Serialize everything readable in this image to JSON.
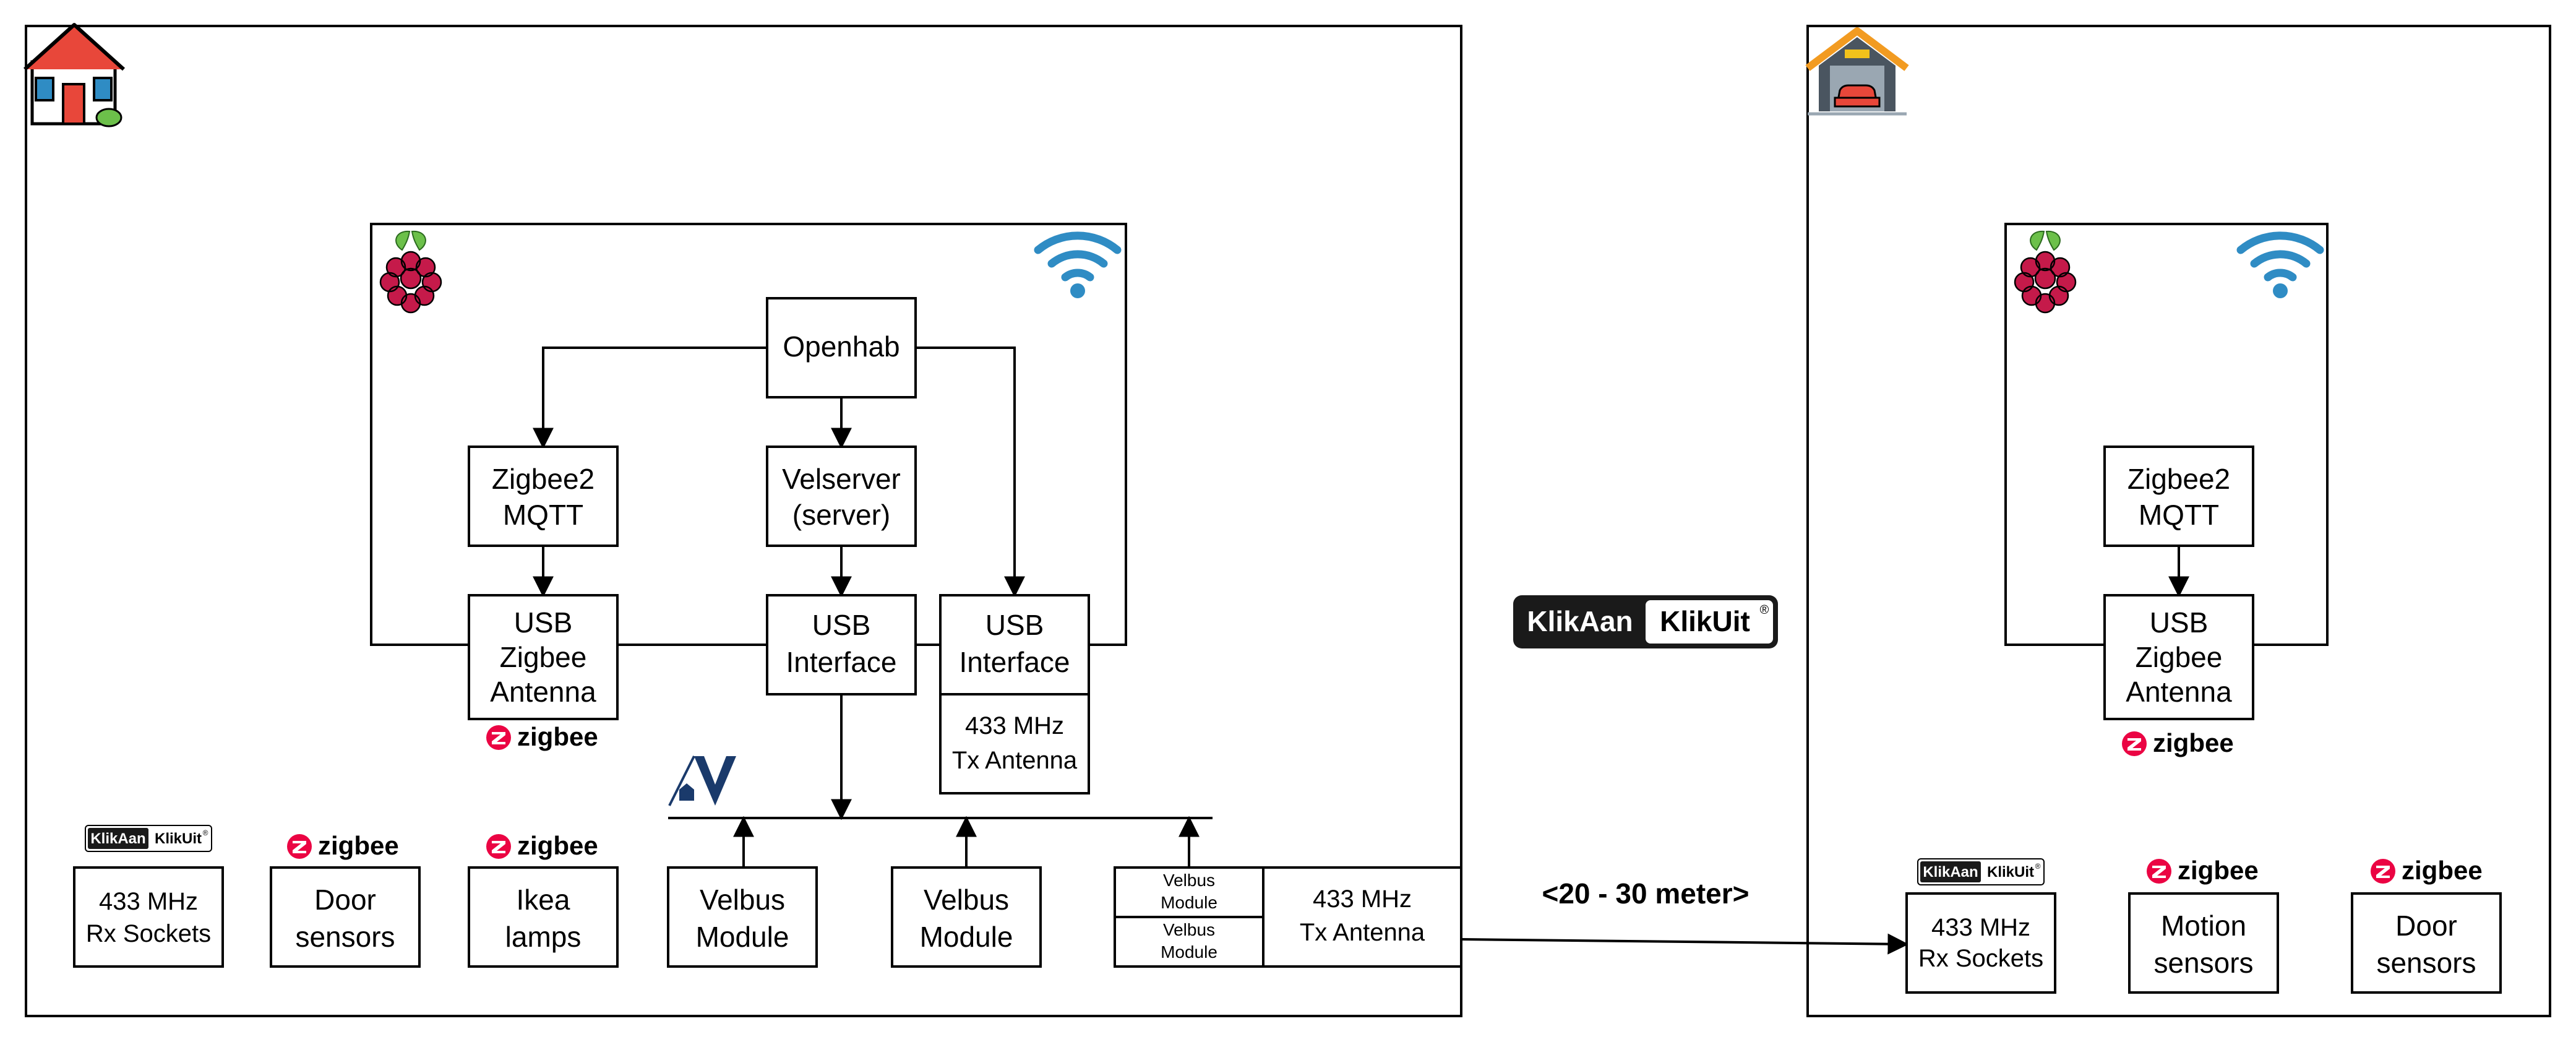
{
  "colors": {
    "line": "#000000",
    "background": "#ffffff",
    "wifi": "#2f8cc4",
    "raspberry_red": "#c51a4a",
    "raspberry_leaf": "#6cc04a",
    "zigbee_red": "#eb0443",
    "house_roof": "#e8473a",
    "house_door": "#e8473a",
    "garage_roof": "#f29b21",
    "garage_body": "#4a5560",
    "garage_car": "#e8473a",
    "klikaan_dark": "#1a1a1a"
  },
  "icons": {
    "house": "house-icon",
    "garage": "garage-icon",
    "raspberry_pi": "raspberry-pi-icon",
    "wifi": "wifi-icon",
    "velbus": "velbus-logo-icon",
    "zigbee": "zigbee-logo-icon",
    "klikaanklikuit": "klikaanklikuit-logo-icon"
  },
  "house": {
    "pi": {
      "openhab": "Openhab",
      "zigbee2mqtt": [
        "Zigbee2",
        "MQTT"
      ],
      "velserver": [
        "Velserver",
        "(server)"
      ],
      "usb_zigbee": [
        "USB",
        "Zigbee",
        "Antenna"
      ],
      "usb_interface_velbus": [
        "USB",
        "Interface"
      ],
      "usb_interface_433": [
        "USB",
        "Interface"
      ],
      "tx_antenna": [
        "433 MHz",
        "Tx Antenna"
      ]
    },
    "devices": {
      "rx_sockets": [
        "433 MHz",
        "Rx Sockets"
      ],
      "door_sensors": [
        "Door",
        "sensors"
      ],
      "ikea_lamps": [
        "Ikea",
        "lamps"
      ],
      "velbus_module_1": [
        "Velbus",
        "Module"
      ],
      "velbus_module_2": [
        "Velbus",
        "Module"
      ],
      "velbus_small_1": [
        "Velbus",
        "Module"
      ],
      "velbus_small_2": [
        "Velbus",
        "Module"
      ],
      "tx_antenna_bottom": [
        "433 MHz",
        "Tx Antenna"
      ]
    }
  },
  "logos": {
    "zigbee": "zigbee",
    "klikaan_left": "KlikAan",
    "klikaan_right": "KlikUit",
    "klikaan_reg": "®"
  },
  "distance": "<20 - 30 meter>",
  "garage": {
    "pi": {
      "zigbee2mqtt": [
        "Zigbee2",
        "MQTT"
      ],
      "usb_zigbee": [
        "USB",
        "Zigbee",
        "Antenna"
      ]
    },
    "devices": {
      "rx_sockets": [
        "433 MHz",
        "Rx Sockets"
      ],
      "motion_sensors": [
        "Motion",
        "sensors"
      ],
      "door_sensors": [
        "Door",
        "sensors"
      ]
    }
  }
}
